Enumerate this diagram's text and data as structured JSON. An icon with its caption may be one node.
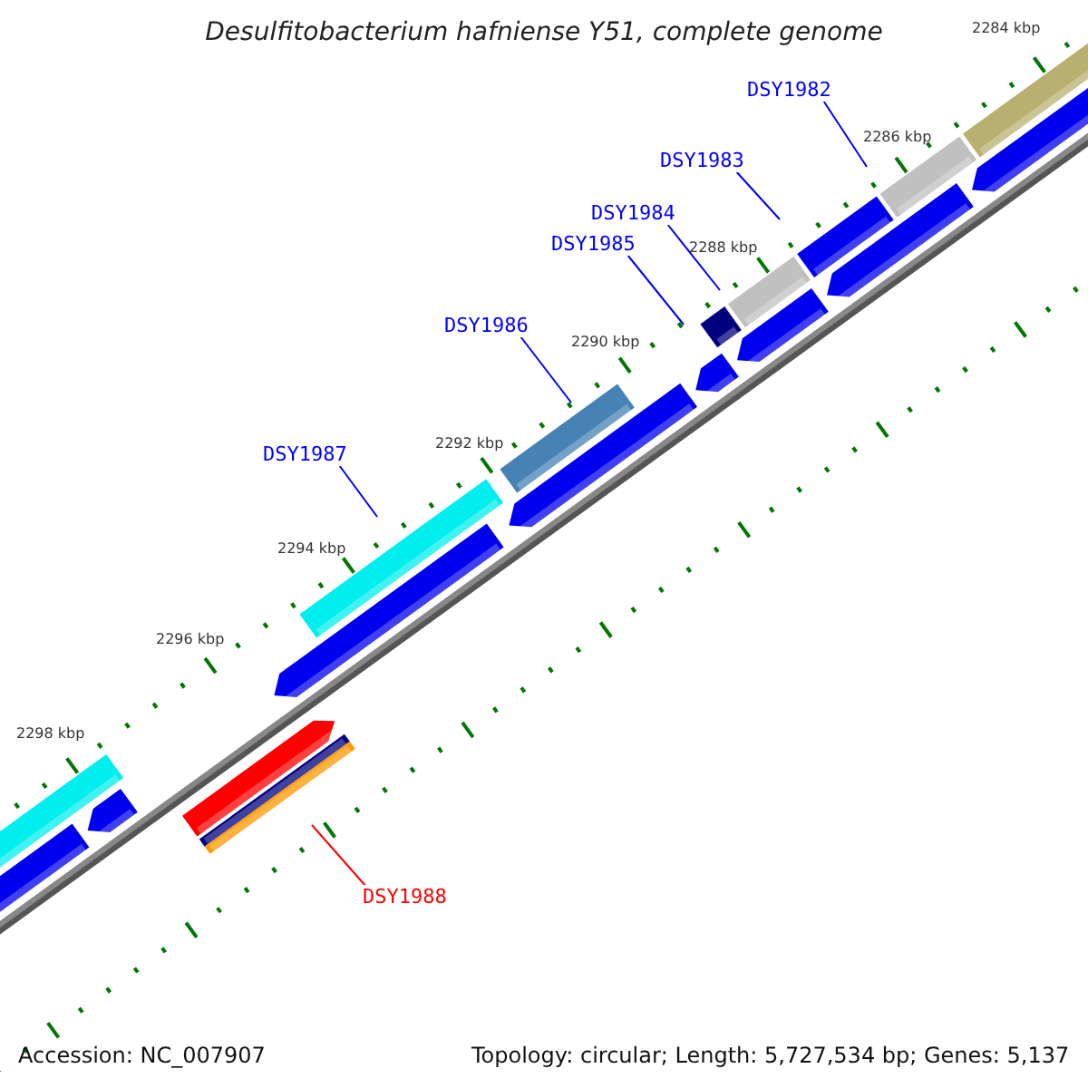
{
  "diagram": {
    "title": "Desulfitobacterium hafniense Y51, complete genome",
    "nodes": [
      {
        "text": [
          "DSY1982"
        ]
      },
      {
        "text": [
          "DSY1983"
        ]
      },
      {
        "text": [
          "DSY1984"
        ]
      },
      {
        "text": [
          "DSY1985"
        ]
      },
      {
        "text": [
          "DSY1986"
        ]
      },
      {
        "text": [
          "DSY1987"
        ]
      },
      {
        "text": [
          "DSY1988"
        ]
      }
    ],
    "edges": [
      {
        "from": 0,
        "to": null,
        "arrow": "none"
      },
      {
        "from": 1,
        "to": null,
        "arrow": "none"
      },
      {
        "from": 2,
        "to": null,
        "arrow": "none"
      },
      {
        "from": 3,
        "to": null,
        "arrow": "none"
      },
      {
        "from": 4,
        "to": null,
        "arrow": "none"
      },
      {
        "from": 5,
        "to": null,
        "arrow": "none"
      },
      {
        "from": 6,
        "to": null,
        "arrow": "none",
        "color": "#ff0000"
      }
    ],
    "labels": [
      "2284 kbp",
      "2286 kbp",
      "2288 kbp",
      "2290 kbp",
      "2292 kbp",
      "2294 kbp",
      "2296 kbp",
      "2298 kbp",
      "Accession: NC_007907",
      "Topology: circular; Length: 5,727,534 bp; Genes: 5,137"
    ]
  }
}
